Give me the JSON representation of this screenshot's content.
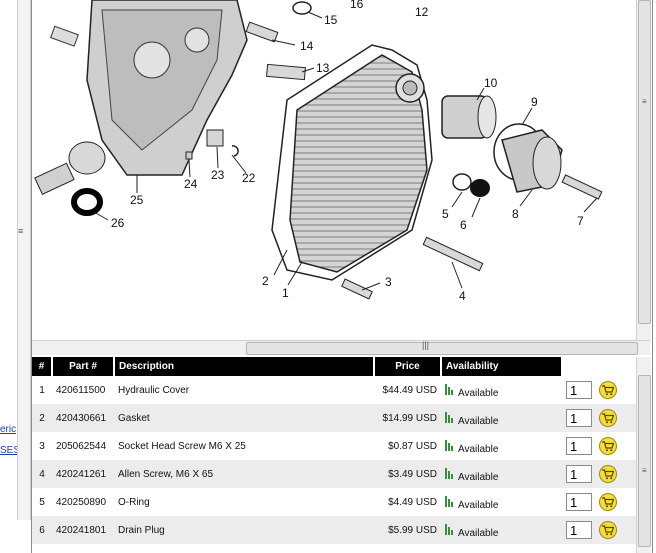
{
  "sidebar": {
    "links": [
      "eric",
      "SES"
    ]
  },
  "diagram": {
    "callouts": [
      "1",
      "2",
      "3",
      "4",
      "5",
      "6",
      "7",
      "8",
      "9",
      "10",
      "12",
      "13",
      "14",
      "15",
      "16",
      "22",
      "23",
      "24",
      "25",
      "26"
    ]
  },
  "table": {
    "headers": {
      "num": "#",
      "part": "Part #",
      "description": "Description",
      "price": "Price",
      "availability": "Availability"
    },
    "rows": [
      {
        "num": "1",
        "part": "420611500",
        "description": "Hydraulic Cover",
        "price": "$44.49 USD",
        "availability": "Available",
        "qty": "1"
      },
      {
        "num": "2",
        "part": "420430661",
        "description": "Gasket",
        "price": "$14.99 USD",
        "availability": "Available",
        "qty": "1"
      },
      {
        "num": "3",
        "part": "205062544",
        "description": "Socket Head Screw M6 X 25",
        "price": "$0.87 USD",
        "availability": "Available",
        "qty": "1"
      },
      {
        "num": "4",
        "part": "420241261",
        "description": "Allen Screw, M6 X 65",
        "price": "$3.49 USD",
        "availability": "Available",
        "qty": "1"
      },
      {
        "num": "5",
        "part": "420250890",
        "description": "O-Ring",
        "price": "$4.49 USD",
        "availability": "Available",
        "qty": "1"
      },
      {
        "num": "6",
        "part": "420241801",
        "description": "Drain Plug",
        "price": "$5.99 USD",
        "availability": "Available",
        "qty": "1"
      }
    ]
  },
  "icons": {
    "availability": "stock-level-icon",
    "cart": "add-to-cart-icon"
  },
  "colors": {
    "cart_button": "#f3dc3c",
    "availability": "#3a8f3a",
    "header_bg": "#000000"
  }
}
